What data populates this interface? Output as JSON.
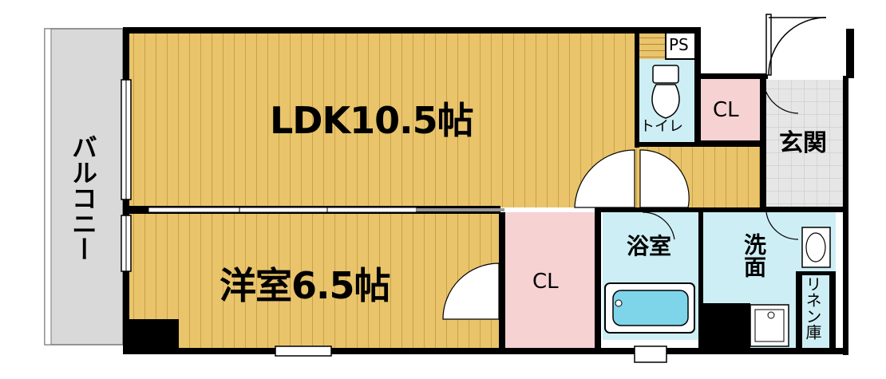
{
  "rooms": {
    "ldk": "LDK10.5帖",
    "western": "洋室6.5帖",
    "balcony": "バルコニー",
    "toilet": "トイレ",
    "ps": "PS",
    "closet_entry": "CL",
    "closet_western": "CL",
    "entrance": "玄関",
    "bath": "浴室",
    "washroom": "洗面",
    "linen": "リネン庫"
  },
  "colors": {
    "floor_wood": "#e9c46a",
    "floor_line": "#c9a14c",
    "closet": "#f6d2d2",
    "wet_area": "#cdeef4",
    "tile": "#d8d8d8",
    "balcony": "#d9d9d9",
    "wall": "#000000"
  }
}
